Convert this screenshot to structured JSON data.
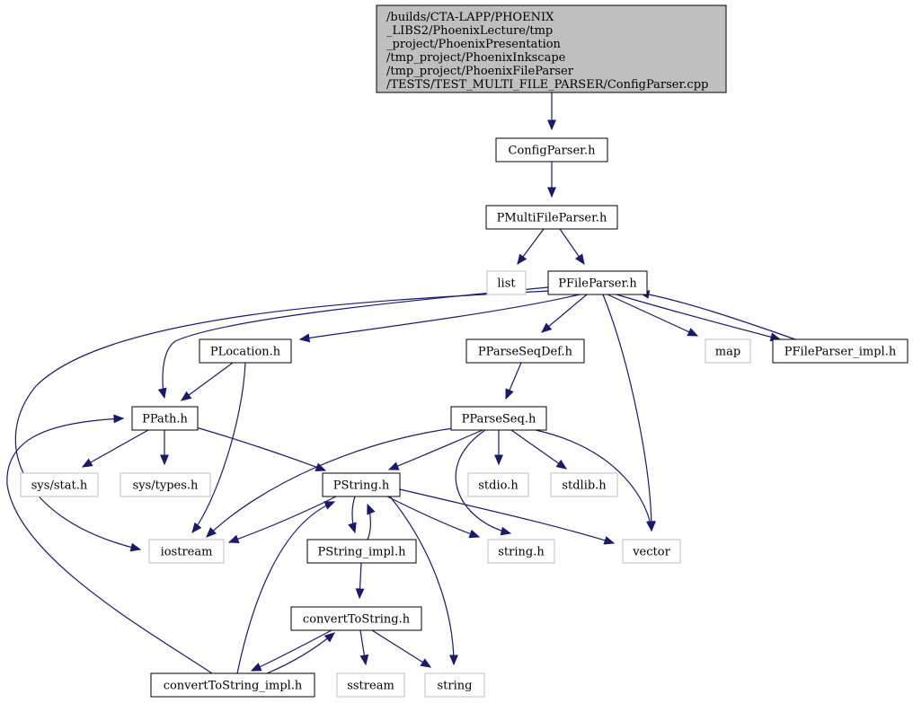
{
  "graph": {
    "root_label_lines": [
      "/builds/CTA-LAPP/PHOENIX",
      "_LIBS2/PhoenixLecture/tmp",
      "_project/PhoenixPresentation",
      "/tmp_project/PhoenixInkscape",
      "/tmp_project/PhoenixFileParser",
      "/TESTS/TEST_MULTI_FILE_PARSER/ConfigParser.cpp"
    ],
    "nodes": [
      {
        "id": "configparser_h",
        "label": "ConfigParser.h",
        "kind": "local"
      },
      {
        "id": "pmultifileparser_h",
        "label": "PMultiFileParser.h",
        "kind": "local"
      },
      {
        "id": "list",
        "label": "list",
        "kind": "system"
      },
      {
        "id": "pfileparser_h",
        "label": "PFileParser.h",
        "kind": "local"
      },
      {
        "id": "plocation_h",
        "label": "PLocation.h",
        "kind": "local"
      },
      {
        "id": "pparseseqdef_h",
        "label": "PParseSeqDef.h",
        "kind": "local"
      },
      {
        "id": "map",
        "label": "map",
        "kind": "system"
      },
      {
        "id": "pfileparser_impl_h",
        "label": "PFileParser_impl.h",
        "kind": "local"
      },
      {
        "id": "ppath_h",
        "label": "PPath.h",
        "kind": "local"
      },
      {
        "id": "pparseseq_h",
        "label": "PParseSeq.h",
        "kind": "local"
      },
      {
        "id": "sys_stat_h",
        "label": "sys/stat.h",
        "kind": "system"
      },
      {
        "id": "sys_types_h",
        "label": "sys/types.h",
        "kind": "system"
      },
      {
        "id": "pstring_h",
        "label": "PString.h",
        "kind": "local"
      },
      {
        "id": "stdio_h",
        "label": "stdio.h",
        "kind": "system"
      },
      {
        "id": "stdlib_h",
        "label": "stdlib.h",
        "kind": "system"
      },
      {
        "id": "iostream",
        "label": "iostream",
        "kind": "system"
      },
      {
        "id": "pstring_impl_h",
        "label": "PString_impl.h",
        "kind": "local"
      },
      {
        "id": "string_h",
        "label": "string.h",
        "kind": "system"
      },
      {
        "id": "vector",
        "label": "vector",
        "kind": "system"
      },
      {
        "id": "converttostring_h",
        "label": "convertToString.h",
        "kind": "local"
      },
      {
        "id": "converttostring_impl_h",
        "label": "convertToString_impl.h",
        "kind": "local"
      },
      {
        "id": "sstream",
        "label": "sstream",
        "kind": "system"
      },
      {
        "id": "string",
        "label": "string",
        "kind": "system"
      }
    ],
    "edges": [
      {
        "from": "root",
        "to": "configparser_h"
      },
      {
        "from": "configparser_h",
        "to": "pmultifileparser_h"
      },
      {
        "from": "pmultifileparser_h",
        "to": "list"
      },
      {
        "from": "pmultifileparser_h",
        "to": "pfileparser_h"
      },
      {
        "from": "pfileparser_h",
        "to": "plocation_h"
      },
      {
        "from": "pfileparser_h",
        "to": "pparseseqdef_h"
      },
      {
        "from": "pfileparser_h",
        "to": "map"
      },
      {
        "from": "pfileparser_h",
        "to": "pfileparser_impl_h"
      },
      {
        "from": "pfileparser_impl_h",
        "to": "pfileparser_h"
      },
      {
        "from": "pfileparser_h",
        "to": "ppath_h"
      },
      {
        "from": "pfileparser_h",
        "to": "iostream"
      },
      {
        "from": "pfileparser_h",
        "to": "vector"
      },
      {
        "from": "plocation_h",
        "to": "ppath_h"
      },
      {
        "from": "plocation_h",
        "to": "iostream"
      },
      {
        "from": "pparseseqdef_h",
        "to": "pparseseq_h"
      },
      {
        "from": "ppath_h",
        "to": "sys_stat_h"
      },
      {
        "from": "ppath_h",
        "to": "sys_types_h"
      },
      {
        "from": "ppath_h",
        "to": "pstring_h"
      },
      {
        "from": "pparseseq_h",
        "to": "pstring_h"
      },
      {
        "from": "pparseseq_h",
        "to": "iostream"
      },
      {
        "from": "pparseseq_h",
        "to": "string_h"
      },
      {
        "from": "pparseseq_h",
        "to": "stdio_h"
      },
      {
        "from": "pparseseq_h",
        "to": "stdlib_h"
      },
      {
        "from": "pparseseq_h",
        "to": "vector"
      },
      {
        "from": "pstring_h",
        "to": "iostream"
      },
      {
        "from": "pstring_h",
        "to": "pstring_impl_h"
      },
      {
        "from": "pstring_impl_h",
        "to": "pstring_h"
      },
      {
        "from": "pstring_h",
        "to": "string_h"
      },
      {
        "from": "pstring_h",
        "to": "vector"
      },
      {
        "from": "pstring_h",
        "to": "string"
      },
      {
        "from": "pstring_impl_h",
        "to": "converttostring_h"
      },
      {
        "from": "converttostring_h",
        "to": "converttostring_impl_h"
      },
      {
        "from": "converttostring_impl_h",
        "to": "converttostring_h"
      },
      {
        "from": "converttostring_h",
        "to": "sstream"
      },
      {
        "from": "converttostring_h",
        "to": "string"
      },
      {
        "from": "converttostring_impl_h",
        "to": "pstring_h"
      },
      {
        "from": "converttostring_impl_h",
        "to": "ppath_h"
      }
    ]
  },
  "colors": {
    "root_fill": "#bfbfbf",
    "root_stroke": "#000000",
    "local_stroke": "#000000",
    "system_stroke": "#bfbfbf",
    "system_text": "#000000",
    "edge": "#191970"
  }
}
